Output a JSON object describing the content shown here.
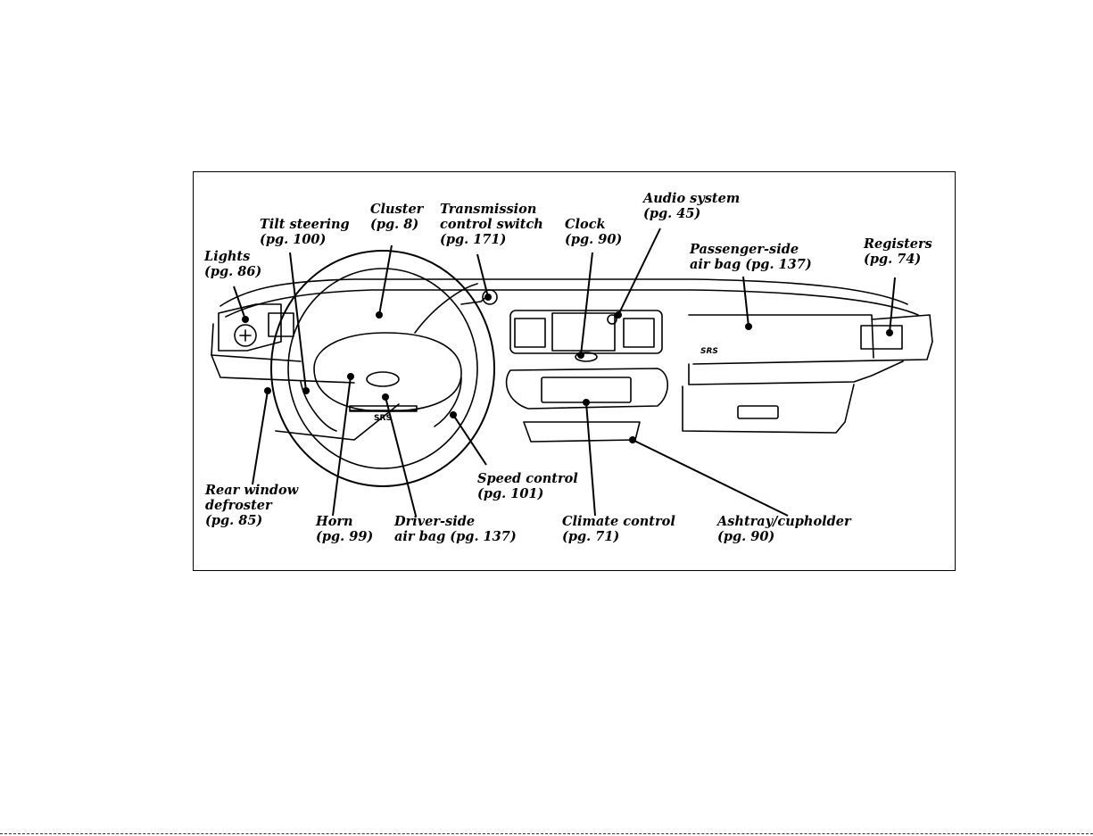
{
  "figure": {
    "labels": {
      "lights": {
        "line1": "Lights",
        "line2": "(pg. 86)"
      },
      "tilt_steering": {
        "line1": "Tilt steering",
        "line2": "(pg. 100)"
      },
      "cluster": {
        "line1": "Cluster",
        "line2": "(pg. 8)"
      },
      "transmission": {
        "line1": "Transmission",
        "line2": "control switch",
        "line3": "(pg. 171)"
      },
      "clock": {
        "line1": "Clock",
        "line2": "(pg. 90)"
      },
      "audio": {
        "line1": "Audio system",
        "line2": "(pg. 45)"
      },
      "passenger_airbag": {
        "line1": "Passenger-side",
        "line2": "air bag (pg. 137)"
      },
      "registers": {
        "line1": "Registers",
        "line2": "(pg. 74)"
      },
      "rear_defroster": {
        "line1": "Rear window",
        "line2": "defroster",
        "line3": "(pg. 85)"
      },
      "horn": {
        "line1": "Horn",
        "line2": "(pg. 99)"
      },
      "driver_airbag": {
        "line1": "Driver-side",
        "line2": "air bag (pg. 137)"
      },
      "speed_control": {
        "line1": "Speed control",
        "line2": "(pg. 101)"
      },
      "climate": {
        "line1": "Climate control",
        "line2": "(pg. 71)"
      },
      "ashtray": {
        "line1": "Ashtray/cupholder",
        "line2": "(pg. 90)"
      }
    },
    "dash_text": {
      "srs_wheel": "SRS",
      "srs_dash": "SRS"
    }
  }
}
